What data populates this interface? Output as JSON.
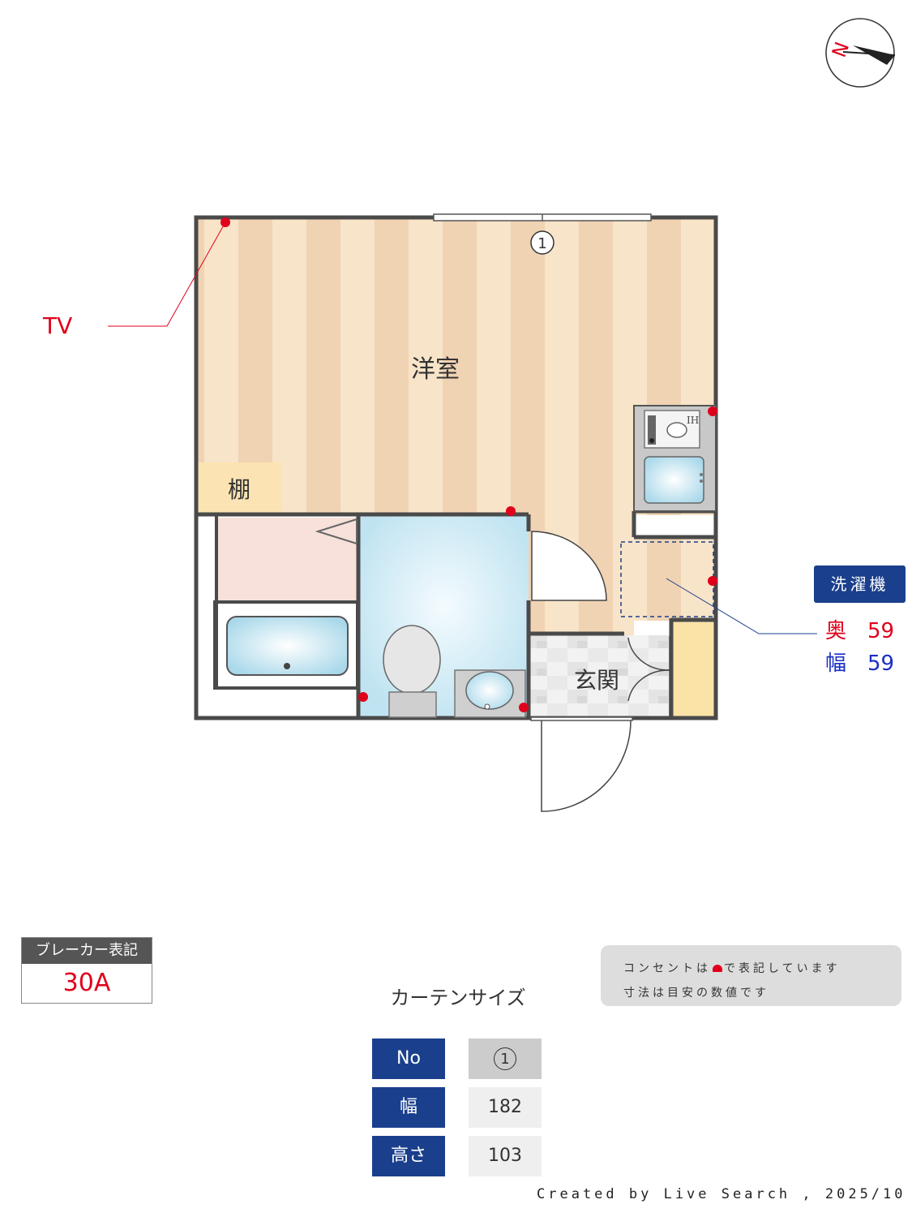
{
  "compass": {
    "letter": "N"
  },
  "rooms": {
    "western": "洋室",
    "shelf": "棚",
    "entrance": "玄関",
    "curtain_marker": "1"
  },
  "tv_label": "TV",
  "washer": {
    "title": "洗濯機",
    "depth_label": "奥",
    "depth_value": "59",
    "width_label": "幅",
    "width_value": "59"
  },
  "kitchen_mark": "IH",
  "breaker": {
    "title": "ブレーカー表記",
    "value": "30A"
  },
  "notes": {
    "line1_before": "コンセントは",
    "line1_after": "で表記しています",
    "line2": "寸法は目安の数値です"
  },
  "curtain": {
    "title": "カーテンサイズ",
    "rows": [
      {
        "key": "No",
        "value": "1"
      },
      {
        "key": "幅",
        "value": "182"
      },
      {
        "key": "高さ",
        "value": "103"
      }
    ]
  },
  "credit": "Created by Live Search , 2025/10",
  "colors": {
    "wall": "#4a4a4a",
    "floor_light": "#f7e3c6",
    "floor_dark": "#f0d4b4",
    "bath_blue": "#bfe4f1",
    "accent_red": "#e0001b",
    "badge_blue": "#1a3f8c"
  }
}
